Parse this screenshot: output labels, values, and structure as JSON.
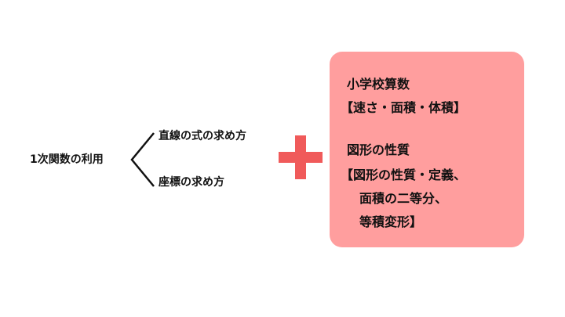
{
  "colors": {
    "card_background": "#ff9e9e",
    "plus": "#f05a5a",
    "text": "#111111"
  },
  "diagram": {
    "root": "1次関数の利用",
    "branches": [
      "直線の式の求め方",
      "座標の求め方"
    ],
    "plus_symbol": "plus-icon",
    "card": {
      "section1_title": "小学校算数",
      "section1_detail": "【速さ・面積・体積】",
      "section2_title": "図形の性質",
      "section2_detail_lines": [
        "【図形の性質・定義、",
        "面積の二等分、",
        "等積変形】"
      ]
    }
  }
}
